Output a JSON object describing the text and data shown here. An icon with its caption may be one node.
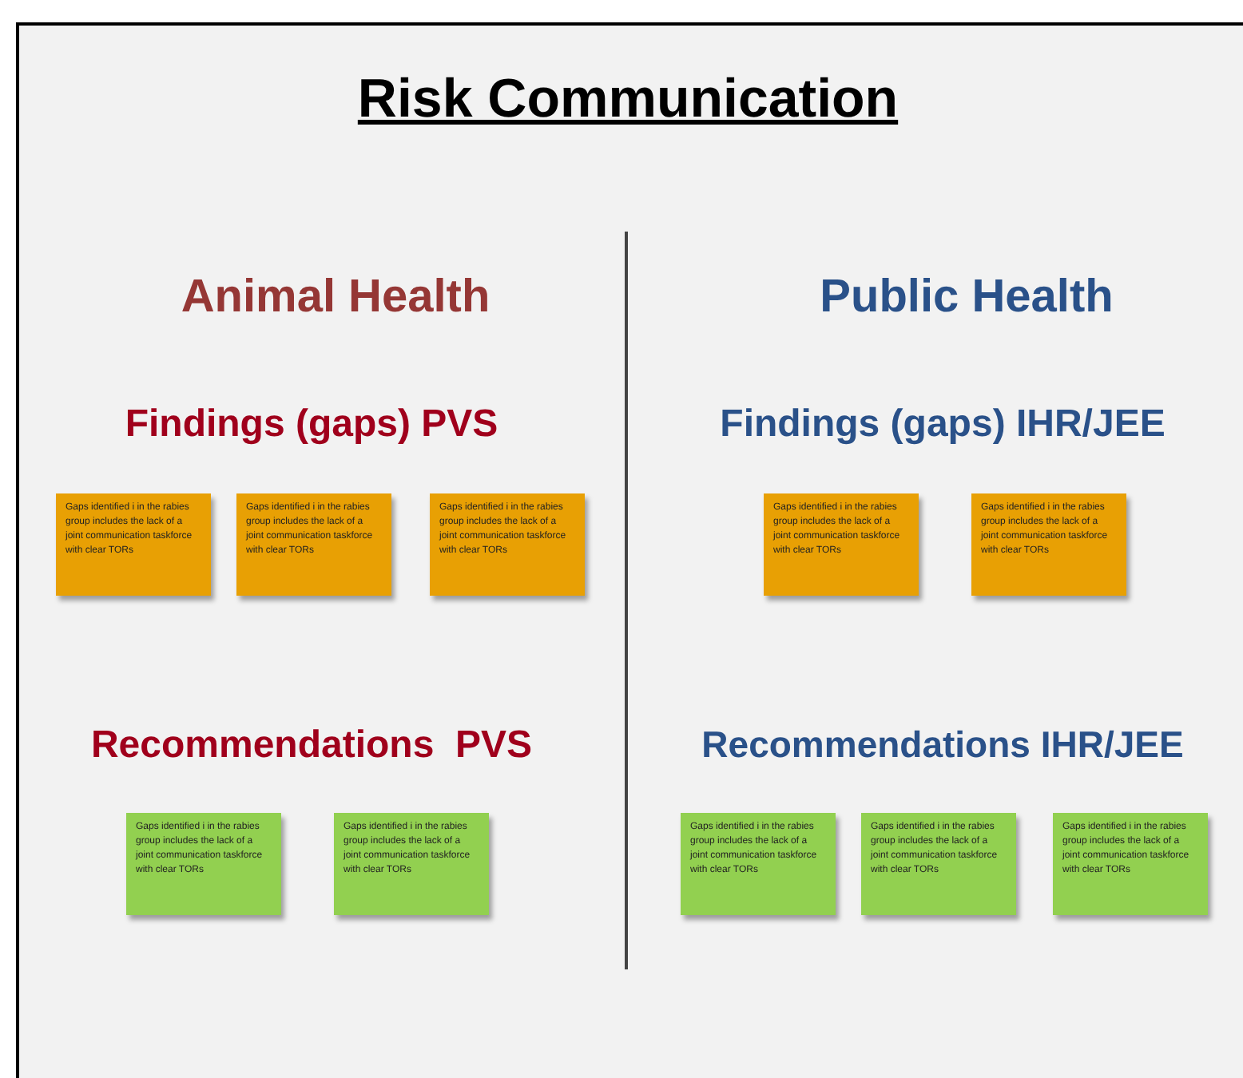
{
  "diagram": {
    "title": "Risk Communication",
    "nodes": [
      {
        "text": [
          "Gaps identified i in the rabies group includes the lack of a joint communication taskforce with clear TORs"
        ]
      },
      {
        "text": [
          "Gaps identified i in the rabies group includes the lack of a joint communication taskforce with clear TORs"
        ]
      },
      {
        "text": [
          "Gaps identified i in the rabies group includes the lack of a joint communication taskforce with clear TORs"
        ]
      },
      {
        "text": [
          "Gaps identified i in the rabies group includes the lack of a joint communication taskforce with clear TORs"
        ]
      },
      {
        "text": [
          "Gaps identified i in the rabies group includes the lack of a joint communication taskforce with clear TORs"
        ]
      },
      {
        "text": [
          "Gaps identified i in the rabies group includes the lack of a joint communication taskforce with clear TORs"
        ]
      },
      {
        "text": [
          "Gaps identified i in the rabies group includes the lack of a joint communication taskforce with clear TORs"
        ]
      },
      {
        "text": [
          "Gaps identified i in the rabies group includes the lack of a joint communication taskforce with clear TORs"
        ]
      },
      {
        "text": [
          "Gaps identified i in the rabies group includes the lack of a joint communication taskforce with clear TORs"
        ]
      },
      {
        "text": [
          "Gaps identified i in the rabies group includes the lack of a joint communication taskforce with clear TORs"
        ]
      }
    ],
    "labels": [
      "Animal Health",
      "Public Health",
      "Findings (gaps) PVS",
      "Findings (gaps) IHR/JEE",
      "Recommendations  PVS",
      "Recommendations IHR/JEE"
    ]
  }
}
